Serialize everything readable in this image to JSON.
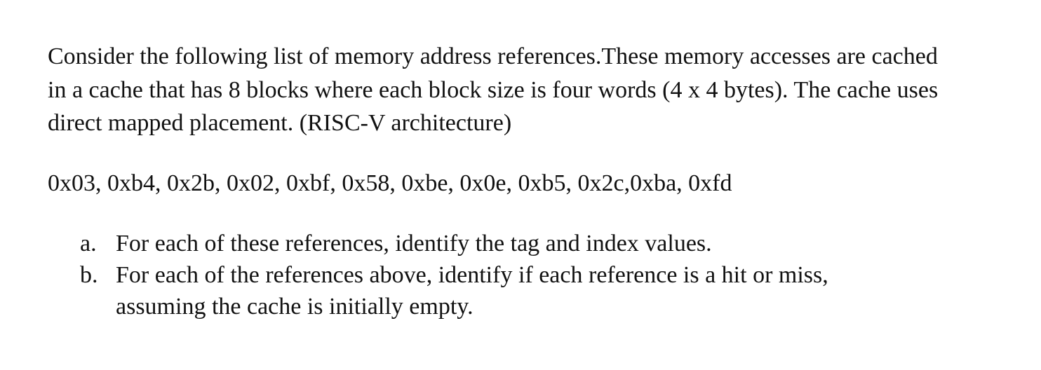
{
  "document": {
    "intro_lines": [
      "Consider the following list of memory address references.These memory accesses are cached",
      "in a cache that has 8 blocks where each block size is four words (4 x 4 bytes). The cache uses",
      "direct mapped placement. (RISC-V architecture)"
    ],
    "address_list": "0x03, 0xb4, 0x2b, 0x02, 0xbf, 0x58, 0xbe, 0x0e, 0xb5, 0x2c,0xba, 0xfd",
    "questions": [
      {
        "marker": "a.",
        "lines": [
          "For each of these references, identify the tag and index values."
        ]
      },
      {
        "marker": "b.",
        "lines": [
          "For each of the references above, identify if each reference is a hit or miss,",
          "assuming the cache is initially empty."
        ]
      }
    ]
  }
}
